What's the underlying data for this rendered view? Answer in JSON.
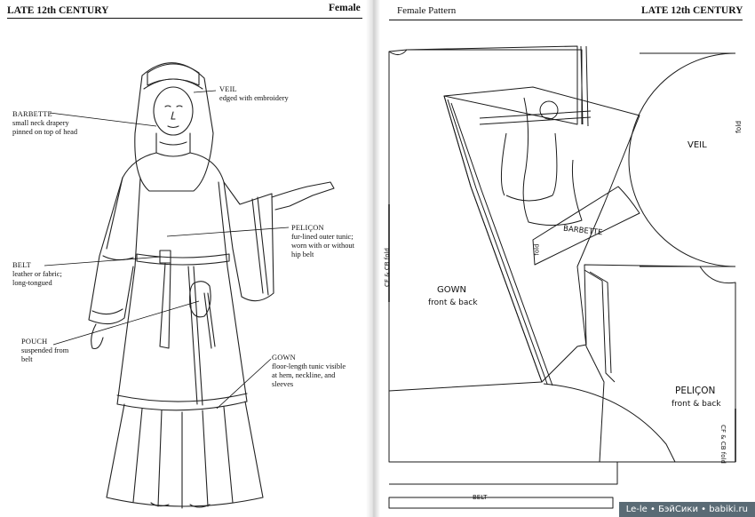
{
  "left_page": {
    "header_left": "LATE 12th CENTURY",
    "header_right": "Female",
    "labels": [
      {
        "id": "veil",
        "title": "VEIL",
        "desc": [
          "edged with embroidery"
        ]
      },
      {
        "id": "barbette",
        "title": "BARBETTE",
        "desc": [
          "small neck drapery",
          "pinned on top of head"
        ]
      },
      {
        "id": "pelicon",
        "title": "PELIÇON",
        "desc": [
          "fur-lined outer tunic;",
          "worn with or without",
          "hip belt"
        ]
      },
      {
        "id": "belt",
        "title": "BELT",
        "desc": [
          "leather or fabric;",
          "long-tongued"
        ]
      },
      {
        "id": "pouch",
        "title": "POUCH",
        "desc": [
          "suspended from",
          "belt"
        ]
      },
      {
        "id": "gown",
        "title": "GOWN",
        "desc": [
          "floor-length tunic visible",
          "at hem, neckline, and",
          "sleeves"
        ]
      }
    ]
  },
  "right_page": {
    "header_left": "Female Pattern",
    "header_right": "LATE 12th CENTURY",
    "pieces": {
      "veil": "VEIL",
      "veil_fold": "fold",
      "barbette": "BARBETTE",
      "barbette_fold": "fold",
      "gown": "GOWN",
      "gown_sub": "front & back",
      "gown_fold": "CF & CB fold",
      "pelicon": "PELIÇON",
      "pelicon_sub": "front & back",
      "pelicon_fold": "CF & CB fold",
      "belt": "BELT"
    }
  },
  "watermark": "Le-le • БэйСики • babiki.ru"
}
